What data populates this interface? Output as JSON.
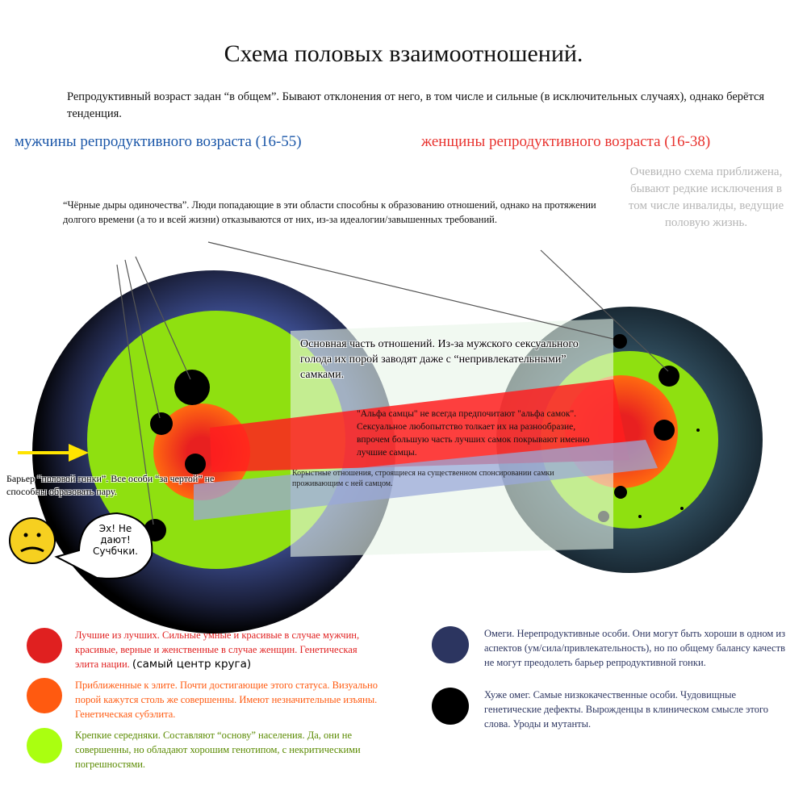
{
  "title": "Схема половых взаимоотношений.",
  "intro": "Репродуктивный возраст задан “в общем”. Бывают отклонения от него, в том числе и сильные (в исключительных случаях), однако берётся тенденция.",
  "groups": {
    "men": "мужчины репродуктивного возраста (16-55)",
    "women": "женщины репродуктивного возраста (16-38)"
  },
  "side_note": "Очевидно схема приближена, бывают редкие исключения в том числе инвалиды, ведущие половую жизнь.",
  "black_holes_note": "“Чёрные дыры одиночества”. Люди попадающие в эти области способны к образованию отношений, однако на протяжении долгого времени (а то и всей жизни) отказываются от них, из-за идеалогии/завышенных требований.",
  "main_relations": "Основная часть отношений.  Из-за мужского сексуального голода их порой заводят даже с “непривлекательными” самками.",
  "alpha_note": "\"Альфа самцы\" не всегда предпочитают \"альфа самок\". Сексуальное любопытство толкает их на разнообразие, впрочем большую часть лучших самок покрывают именно лучшие самцы.",
  "mercenary_note": "Корыстные отношения, строящиеся на существенном спонсировании самки проживающим с ней самцом.",
  "barrier_note": "Барьер “половой гонки”. Все особи “за чертой” не способны образовать пару.",
  "speech_bubble": "Эх! Не дают! Сучбчки.",
  "legend": [
    {
      "color": "#e02020",
      "text": "Лучшие из лучших. Сильные умные и красивые в случае мужчин, красивые, верные и женственные в случае женщин. Генетическая элита нации.",
      "extra": "(самый центр круга)",
      "text_color": "#e02020"
    },
    {
      "color": "#ff5a10",
      "text": "Приближенные к элите. Почти достигающие этого статуса. Визуально порой кажутся столь же совершенны. Имеют незначительные изъяны. Генетическая субэлита.",
      "text_color": "#ff5a10"
    },
    {
      "color": "#aaff10",
      "text": "Крепкие середняки.  Составляют “основу” населения. Да, они не совершенны, но обладают хорошим генотипом, с некритическими погрешностями.",
      "text_color": "#5a8a00"
    },
    {
      "color": "#2c3560",
      "text": "Омеги. Нерепродуктивные особи. Они могут быть хороши в одном из аспектов (ум/сила/привлекательность), но по общему балансу качеств не могут преодолеть барьер репродуктивной гонки.",
      "text_color": "#2c3560"
    },
    {
      "color": "#000000",
      "text": "Хуже омег. Самые низкокачественные особи. Чудовищные генетические дефекты. Вырожденцы в клиническом смысле этого слова. Уроды и мутанты.",
      "text_color": "#2c3560"
    }
  ]
}
